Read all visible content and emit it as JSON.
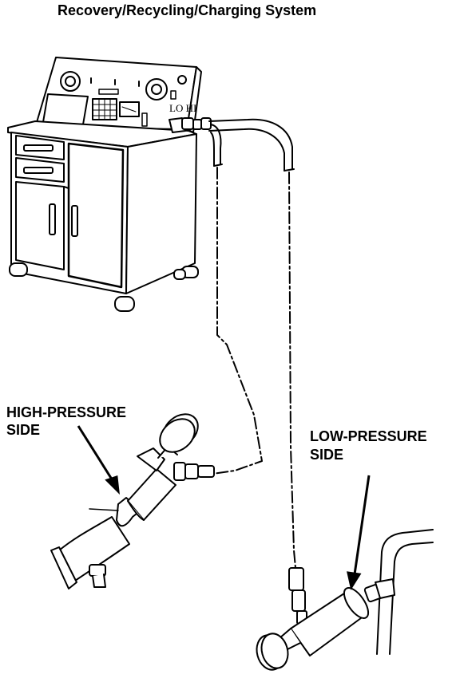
{
  "title": "Recovery/Recycling/Charging System",
  "labels": {
    "high_pressure_line1": "HIGH-PRESSURE",
    "high_pressure_line2": "SIDE",
    "low_pressure_line1": "LOW-PRESSURE",
    "low_pressure_line2": "SIDE",
    "port_label": "LO HI"
  },
  "colors": {
    "ink": "#000000",
    "paper": "#ffffff"
  }
}
